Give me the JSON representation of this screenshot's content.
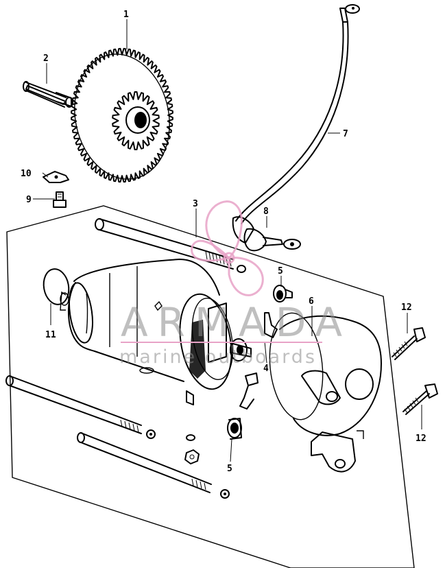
{
  "watermark": {
    "brand": "ARMADA",
    "tagline": "marine outboards",
    "logo_color": "#e8a2c7"
  },
  "callouts": [
    {
      "id": "1",
      "part": "gear"
    },
    {
      "id": "2",
      "part": "shaft"
    },
    {
      "id": "3",
      "part": "long-through-bolt"
    },
    {
      "id": "4",
      "part": "brush"
    },
    {
      "id": "5",
      "part": "bearing-upper"
    },
    {
      "id": "5",
      "part": "bearing-lower"
    },
    {
      "id": "6",
      "part": "end-cover"
    },
    {
      "id": "7",
      "part": "cable"
    },
    {
      "id": "8",
      "part": "cable-terminal"
    },
    {
      "id": "9",
      "part": "small-screw"
    },
    {
      "id": "10",
      "part": "lock-washer-plate"
    },
    {
      "id": "11",
      "part": "o-ring"
    },
    {
      "id": "12",
      "part": "bolt-upper"
    },
    {
      "id": "12",
      "part": "bolt-lower"
    }
  ]
}
